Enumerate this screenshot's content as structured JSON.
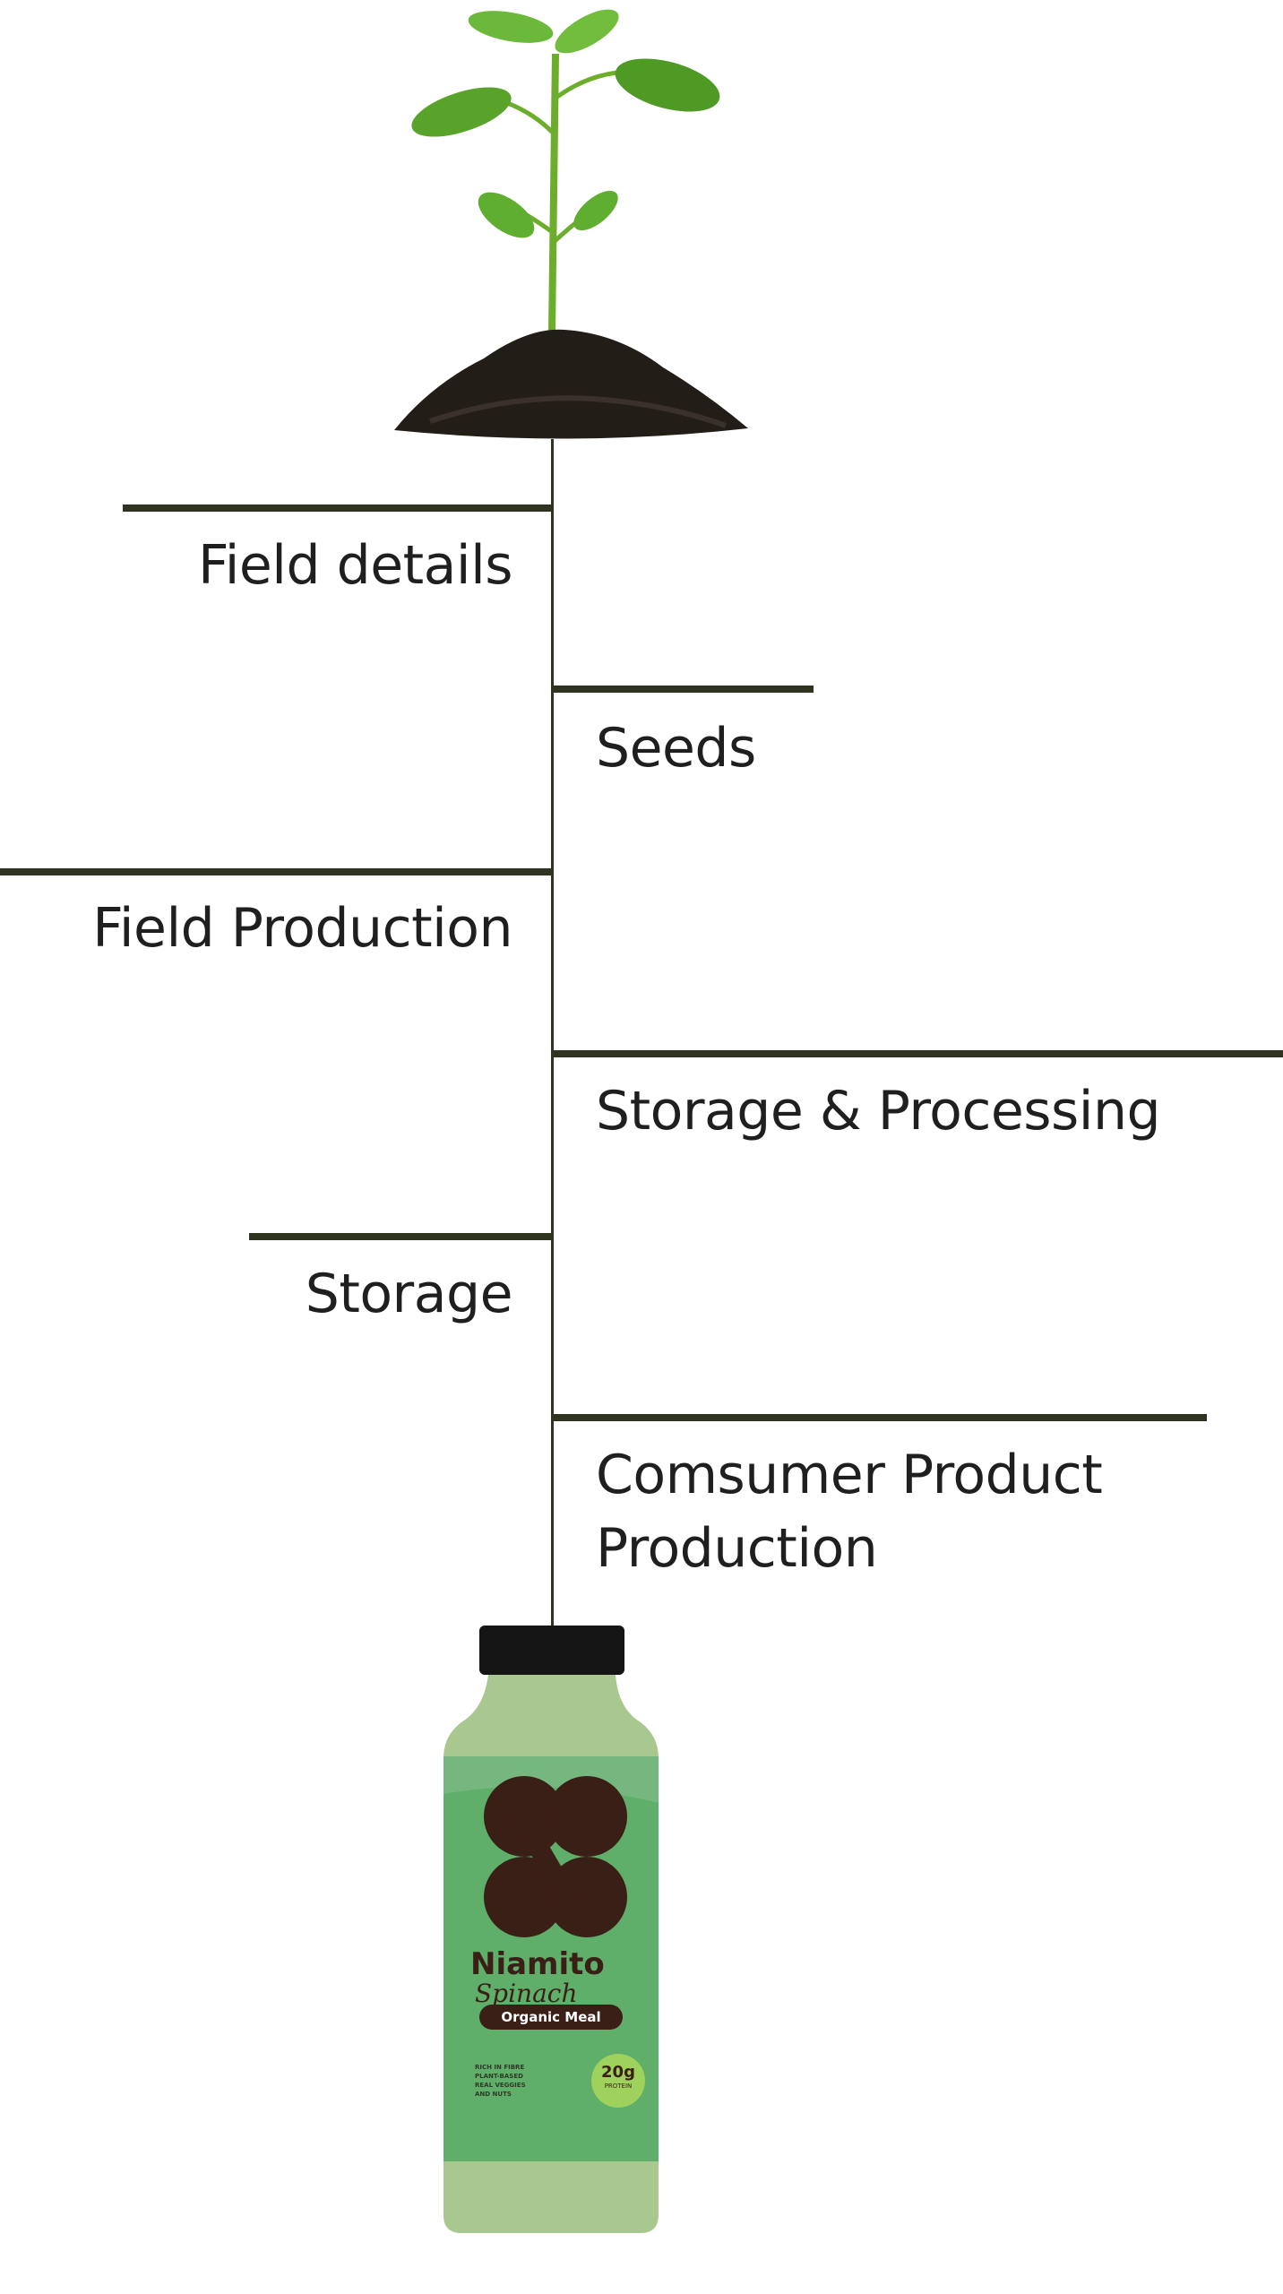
{
  "stages": [
    {
      "label": "Field details",
      "side": "left"
    },
    {
      "label": "Seeds",
      "side": "right"
    },
    {
      "label": "Field Production",
      "side": "left"
    },
    {
      "label": "Storage & Processing",
      "side": "right"
    },
    {
      "label": "Storage",
      "side": "left"
    },
    {
      "label": "Comsumer Product",
      "label2": "Production",
      "side": "right"
    }
  ],
  "product": {
    "brand": "Niamito",
    "flavor": "Spinach",
    "tag": "Organic Meal",
    "protein_amount": "20g",
    "protein_label": "PROTEIN",
    "claims": [
      "RICH IN FIBRE",
      "PLANT-BASED",
      "REAL VEGGIES",
      "AND NUTS"
    ]
  },
  "colors": {
    "line": "#2f3420",
    "label_green": "#5fae6a",
    "brown": "#3a1f17",
    "bottle": "#a9c890"
  }
}
